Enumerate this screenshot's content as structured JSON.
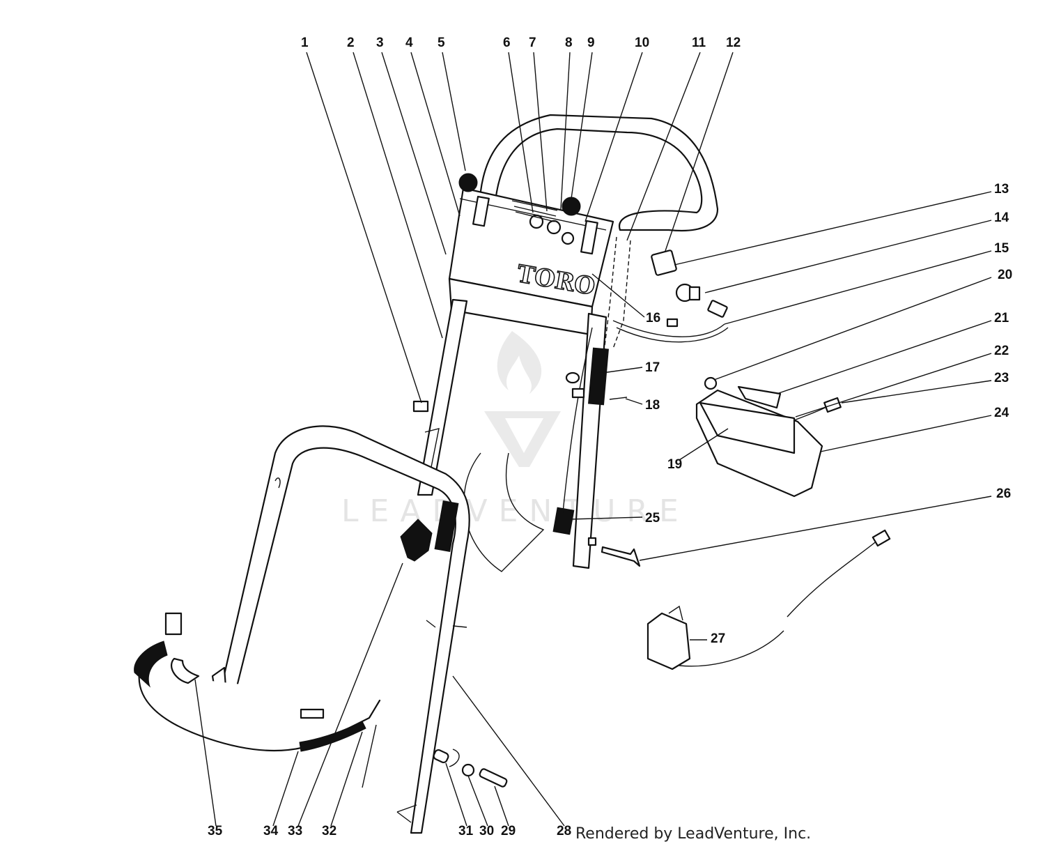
{
  "diagram": {
    "brand_logo": "TORO",
    "watermark": "LEADVENTURE",
    "credit": "Rendered by LeadVenture, Inc."
  },
  "callouts": [
    "1",
    "2",
    "3",
    "4",
    "5",
    "6",
    "7",
    "8",
    "9",
    "10",
    "11",
    "12",
    "13",
    "14",
    "15",
    "16",
    "17",
    "18",
    "19",
    "20",
    "21",
    "22",
    "23",
    "24",
    "25",
    "26",
    "27",
    "28",
    "29",
    "30",
    "31",
    "32",
    "33",
    "34",
    "35"
  ],
  "colors": {
    "ink": "#111111",
    "watermark": "#d9d9d9",
    "background": "#ffffff"
  }
}
